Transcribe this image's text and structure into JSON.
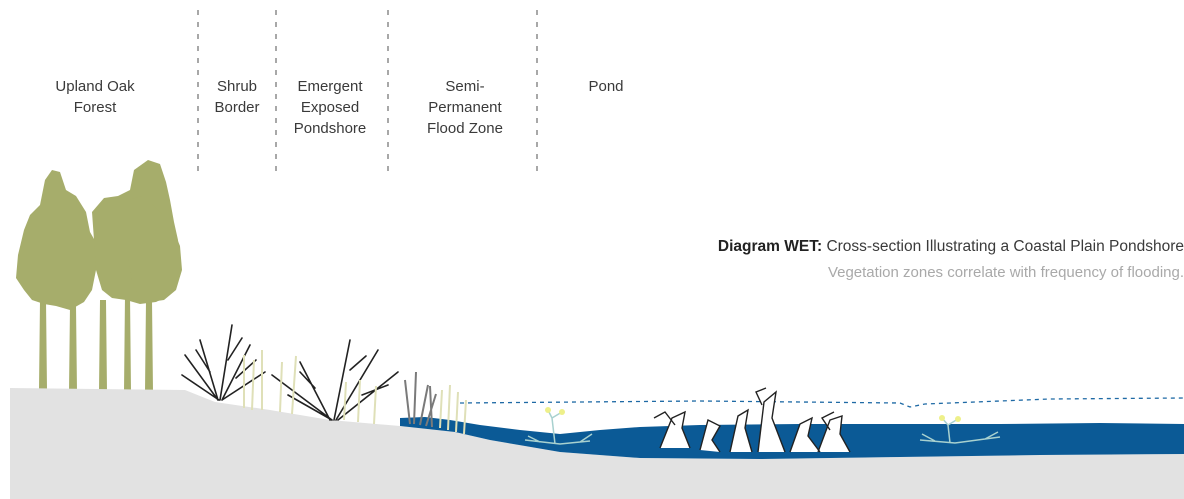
{
  "zones": [
    {
      "id": "upland-oak-forest",
      "label": "Upland Oak\nForest"
    },
    {
      "id": "shrub-border",
      "label": "Shrub\nBorder"
    },
    {
      "id": "emergent-exposed-pondshore",
      "label": "Emergent\nExposed\nPondshore"
    },
    {
      "id": "semi-permanent-flood-zone",
      "label": "Semi-\nPermanent\nFlood Zone"
    },
    {
      "id": "pond",
      "label": "Pond"
    }
  ],
  "caption": {
    "bold": "Diagram WET:",
    "title": "Cross-section Illustrating a Coastal Plain Pondshore",
    "subtitle": "Vegetation zones correlate with frequency of flooding."
  },
  "colors": {
    "ground": "#e2e2e2",
    "water": "#0b5a96",
    "tree": "#a6ad6b",
    "divider": "#7a7a7a",
    "water_line": "#1f6aa5",
    "reed": "#dfe0b8",
    "aquatic_plant": "#a8d1cf",
    "flower": "#eef08a"
  }
}
